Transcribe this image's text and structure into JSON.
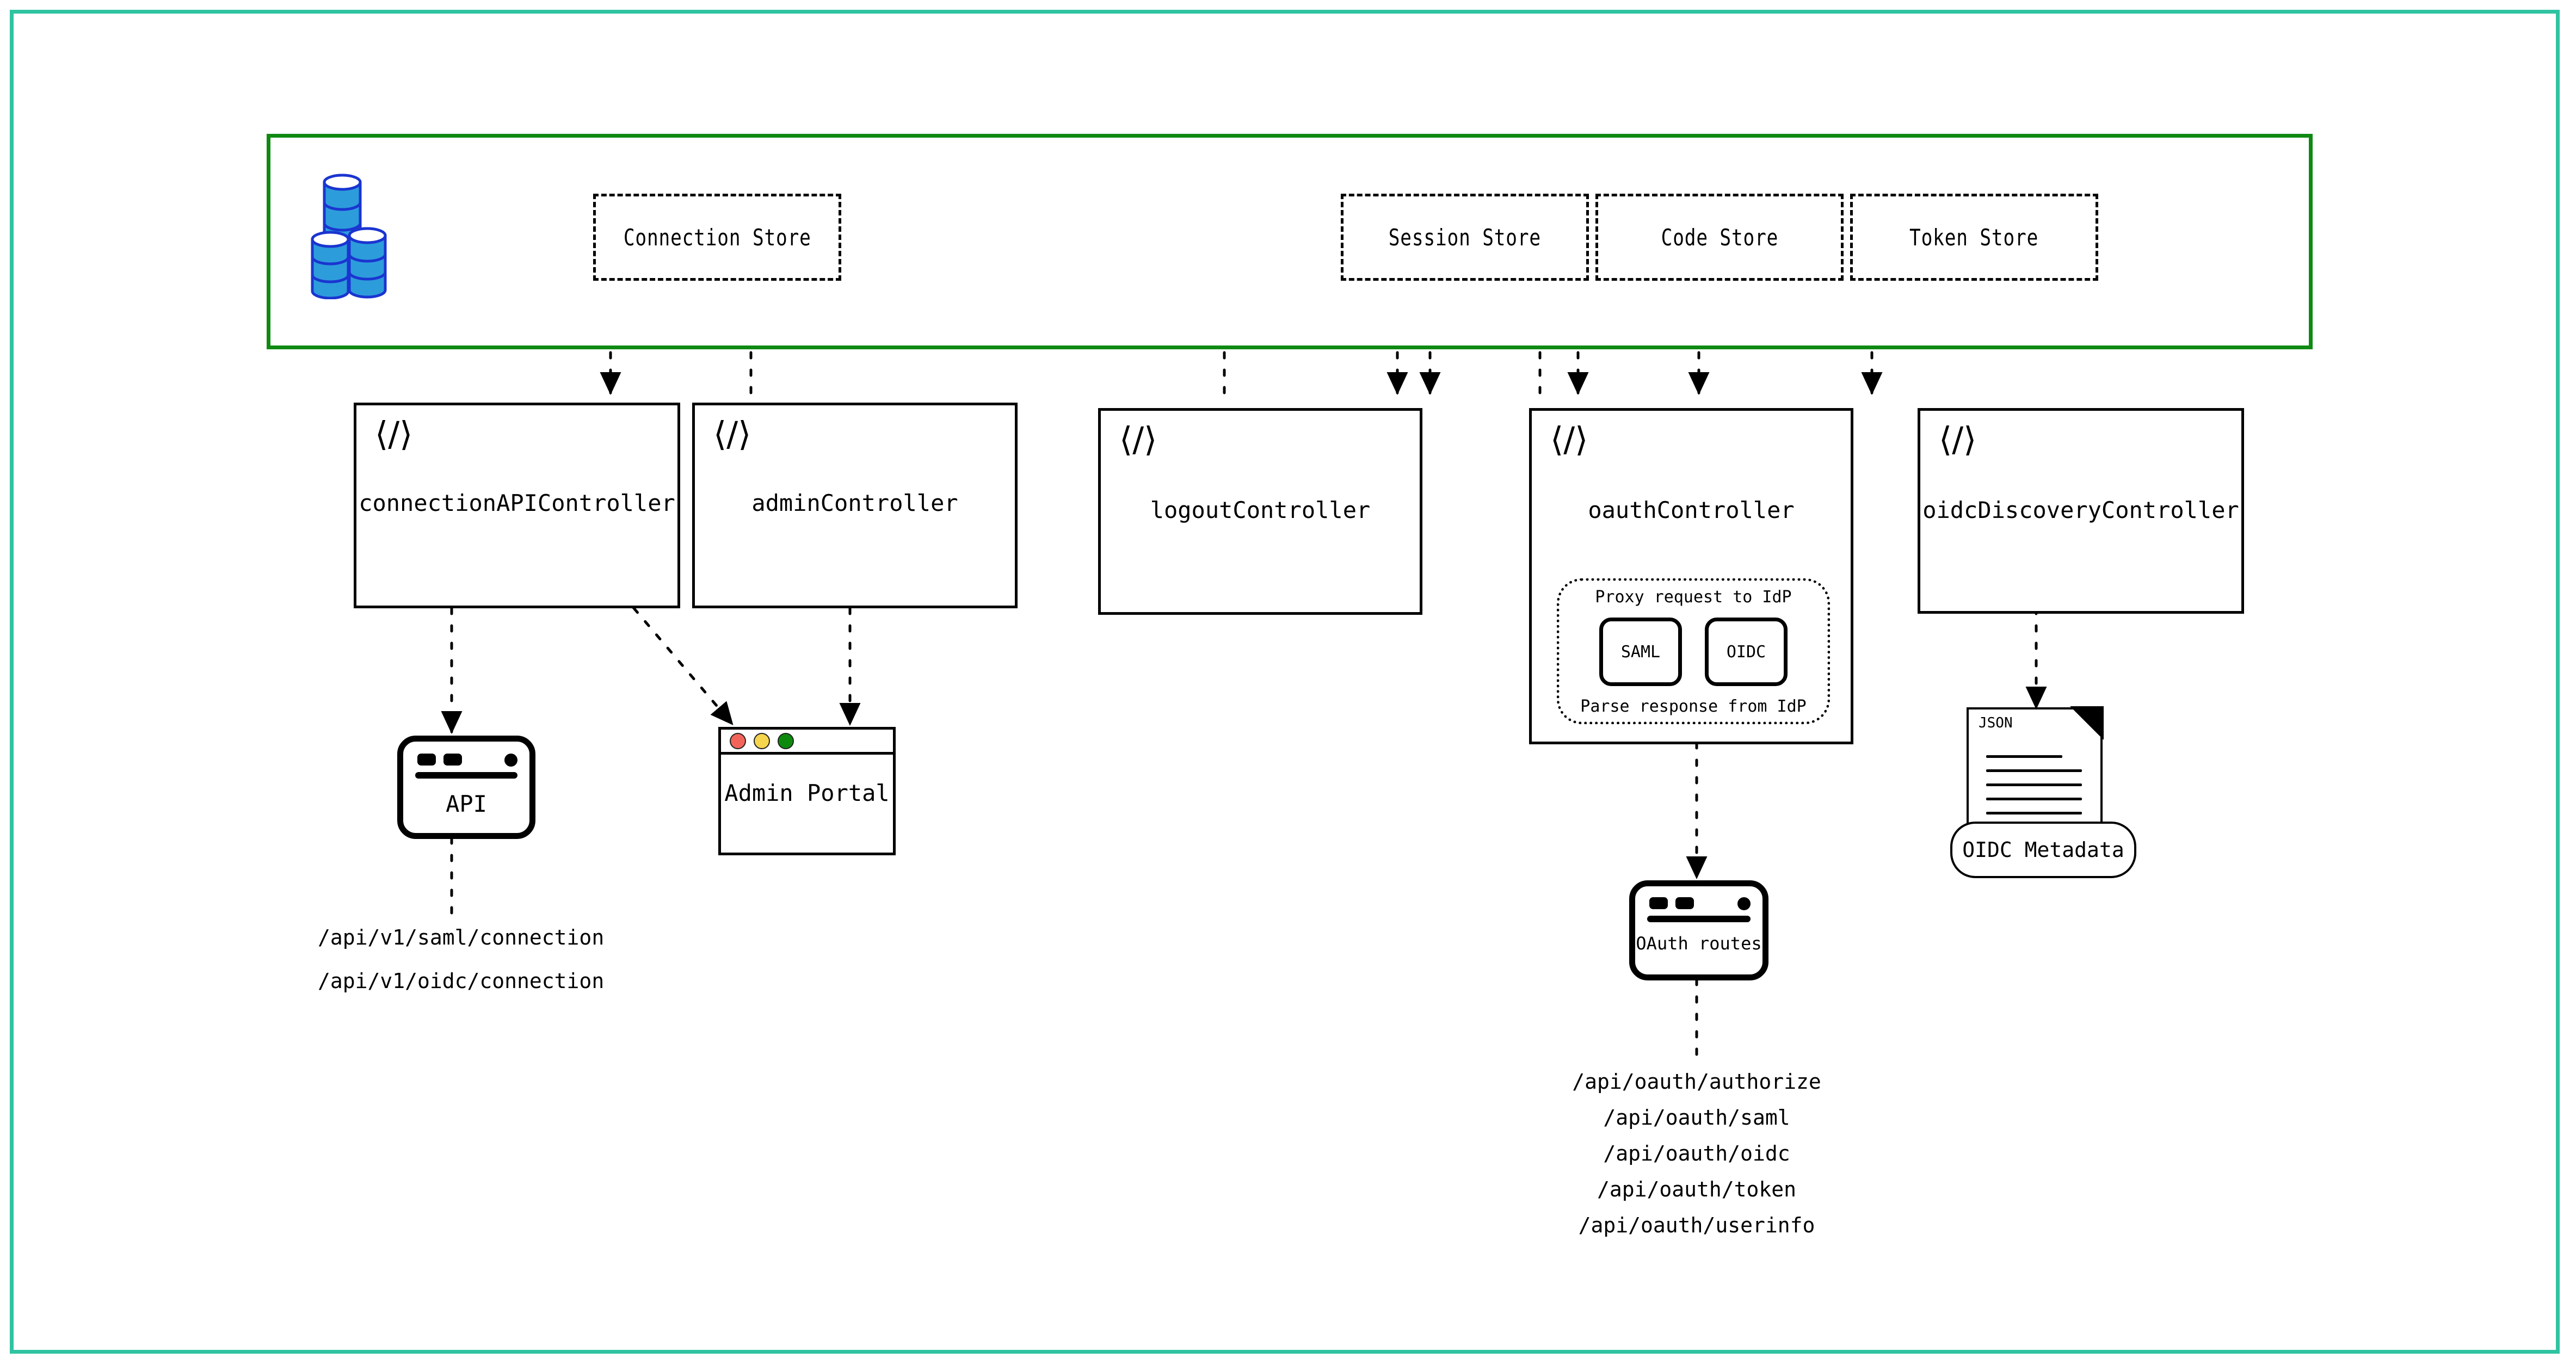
{
  "frame": {
    "accent_color": "#2fc3a1"
  },
  "store_container": {
    "border_color": "#0e8a12",
    "db_icon_name": "database-stack-icon",
    "db_fill": "#2d9cdb",
    "db_stroke": "#1a35d0",
    "stores": [
      {
        "label": "Connection Store"
      },
      {
        "label": "Session Store"
      },
      {
        "label": "Code Store"
      },
      {
        "label": "Token Store"
      }
    ]
  },
  "controllers": [
    {
      "label": "connectionAPIController",
      "icon": "code-icon"
    },
    {
      "label": "adminController",
      "icon": "code-icon"
    },
    {
      "label": "logoutController",
      "icon": "code-icon"
    },
    {
      "label": "oauthController",
      "icon": "code-icon"
    },
    {
      "label": "oidcDiscoveryController",
      "icon": "code-icon"
    }
  ],
  "proxy_group": {
    "top_text": "Proxy request to IdP",
    "bottom_text": "Parse response from IdP",
    "badges": [
      {
        "label": "SAML"
      },
      {
        "label": "OIDC"
      }
    ]
  },
  "nodes": {
    "api": {
      "label": "API",
      "icon": "api-window-icon"
    },
    "admin_portal": {
      "label": "Admin Portal",
      "icon": "browser-window-icon",
      "traffic_lights": [
        "#f2645a",
        "#f5d44e",
        "#0d8a0d"
      ]
    },
    "oauth_routes": {
      "label": "OAuth routes",
      "icon": "api-window-icon"
    },
    "oidc_metadata": {
      "label": "OIDC Metadata",
      "doc_label": "JSON",
      "icon": "json-document-icon"
    }
  },
  "endpoints": {
    "connection_api": [
      "/api/v1/saml/connection",
      "/api/v1/oidc/connection"
    ],
    "oauth": [
      "/api/oauth/authorize",
      "/api/oauth/saml",
      "/api/oauth/oidc",
      "/api/oauth/token",
      "/api/oauth/userinfo"
    ]
  }
}
